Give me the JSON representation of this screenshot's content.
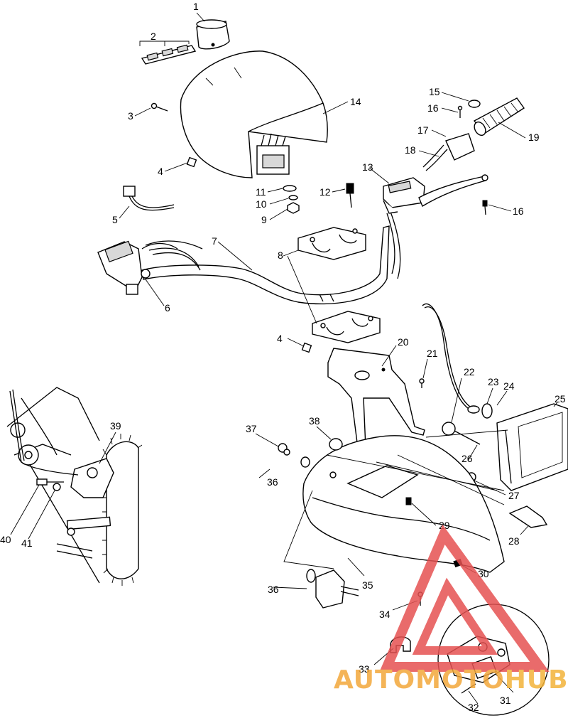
{
  "labels": [
    "1",
    "2",
    "3",
    "4",
    "5",
    "6",
    "7",
    "8",
    "9",
    "10",
    "11",
    "12",
    "13",
    "14",
    "15",
    "16",
    "17",
    "18",
    "19",
    "20",
    "21",
    "22",
    "23",
    "24",
    "25",
    "26",
    "27",
    "28",
    "29",
    "30",
    "31",
    "32",
    "33",
    "34",
    "35",
    "36",
    "37",
    "38",
    "39",
    "40",
    "41"
  ],
  "watermark": {
    "part1": "AUTOMOTO",
    "part2": "HUB",
    "color_main": "#f3a73a",
    "color_hub": "#f3b33a",
    "triangle_color": "#e65252"
  }
}
